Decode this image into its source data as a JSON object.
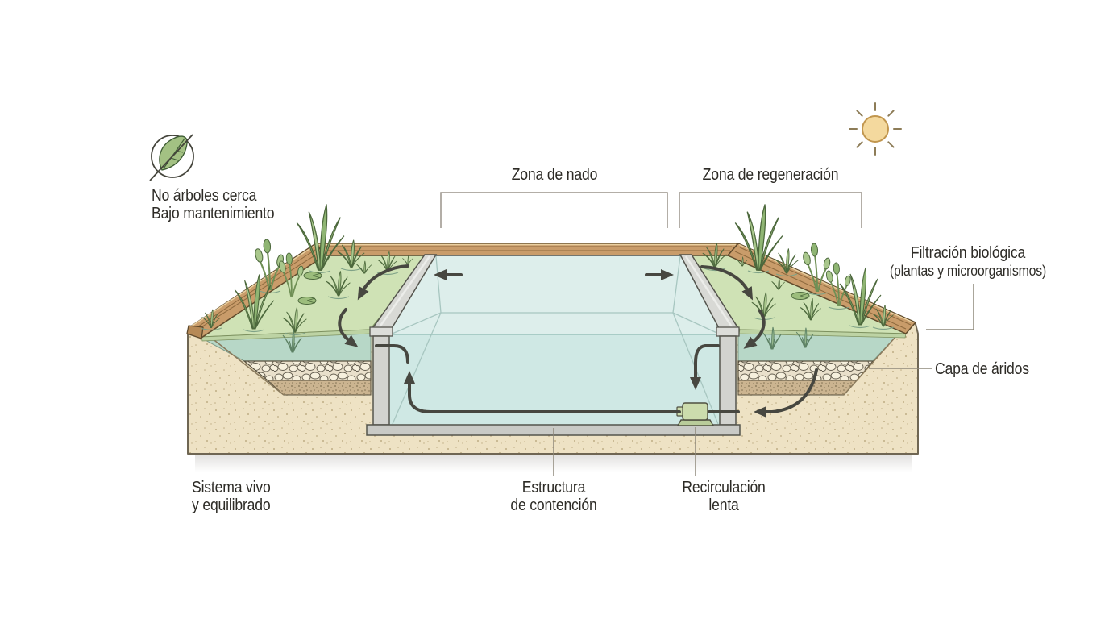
{
  "diagram_title": "Natural pool cross-section diagram",
  "annotations": {
    "no_trees_line1": "No árboles cerca",
    "no_trees_line2": "Bajo mantenimiento",
    "swim_zone": "Zona de nado",
    "regen_zone": "Zona de regeneración",
    "bio_line1": "Filtración biológica",
    "bio_line2": "(plantas y microorganismos)",
    "aggregate_layer": "Capa de áridos",
    "living_line1": "Sistema vivo",
    "living_line2": "y equilibrado",
    "containment_line1": "Estructura",
    "containment_line2": "de contención",
    "recirculation_line1": "Recirculación",
    "recirculation_line2": "lenta"
  },
  "icons": {
    "no_trees": "no-leaf-icon",
    "sun": "sun-icon",
    "pump": "pump-icon",
    "flow": "flow-arrow-icon"
  },
  "colors": {
    "text": "#2d2b26",
    "connector_line": "#8e887a",
    "arrow": "#474740",
    "pool_water_face": "#cfe8e4",
    "pool_water_surface": "#ddeeeb",
    "regen_water": "#b7d7c7",
    "plant_green": "#8fb573",
    "plant_green_light": "#a9c78c",
    "ground_green": "#cfe2b5",
    "sand": "#eee2c4",
    "wood_deck": "#c99c6a",
    "concrete_wall": "#d2d3cf",
    "gravel": "#e9e0cb",
    "subsoil": "#cbb490",
    "sun_fill": "#f4d99e",
    "leaf_fill": "#a3c183",
    "pump_fill": "#ccdcad"
  }
}
